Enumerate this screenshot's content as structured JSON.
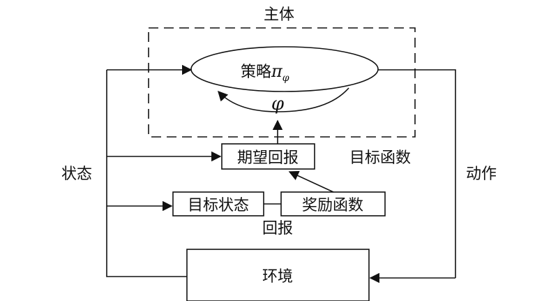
{
  "labels": {
    "agent": "主体",
    "policy": "策略",
    "policy_symbol": "π",
    "policy_subscript": "φ",
    "param": "φ",
    "expected_return": "期望回报",
    "objective": "目标函数",
    "state": "状态",
    "action": "动作",
    "target_state": "目标状态",
    "reward_function": "奖励函数",
    "return": "回报",
    "environment": "环境"
  }
}
